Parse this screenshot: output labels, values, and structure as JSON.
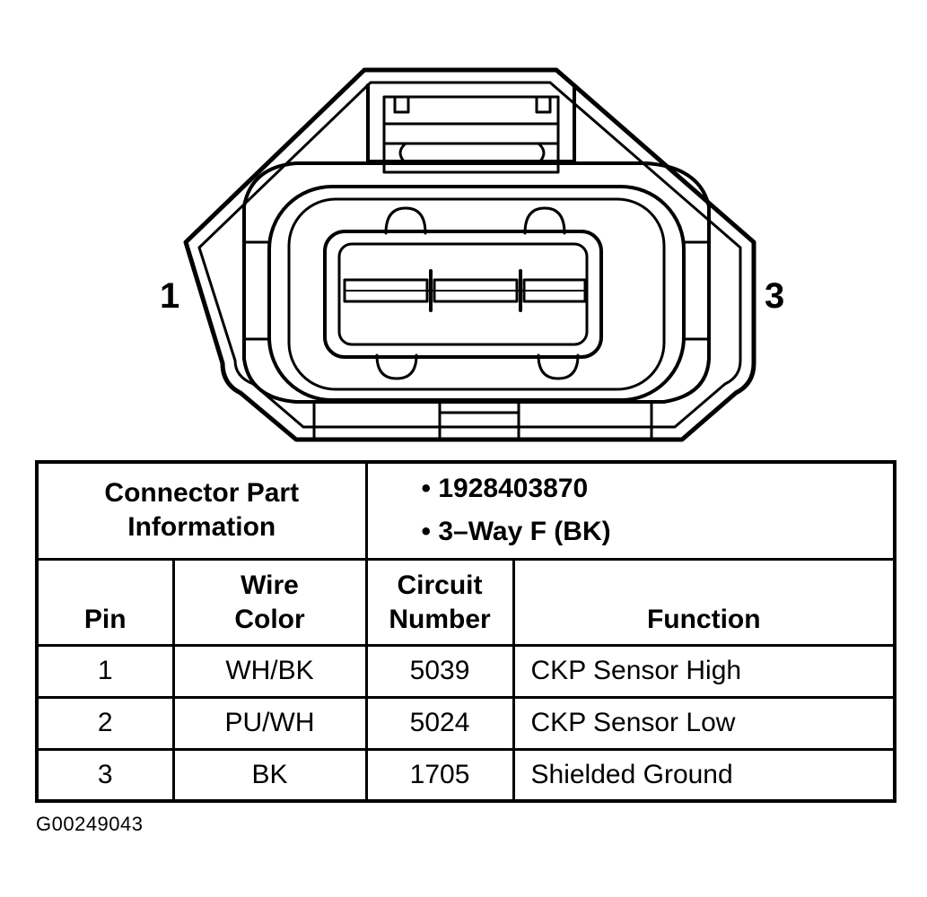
{
  "diagram": {
    "pin_labels": {
      "left": "1",
      "right": "3"
    },
    "table": {
      "connector_info_label_line1": "Connector Part",
      "connector_info_label_line2": "Information",
      "connector_info_items": [
        "• 1928403870",
        "• 3–Way F (BK)"
      ],
      "headers": {
        "pin": "Pin",
        "wire_color_line1": "Wire",
        "wire_color_line2": "Color",
        "circuit_line1": "Circuit",
        "circuit_line2": "Number",
        "function": "Function"
      },
      "rows": [
        {
          "pin": "1",
          "wire_color": "WH/BK",
          "circuit": "5039",
          "function": "CKP Sensor High"
        },
        {
          "pin": "2",
          "wire_color": "PU/WH",
          "circuit": "5024",
          "function": "CKP Sensor Low"
        },
        {
          "pin": "3",
          "wire_color": "BK",
          "circuit": "1705",
          "function": "Shielded Ground"
        }
      ]
    },
    "figure_id": "G00249043"
  }
}
